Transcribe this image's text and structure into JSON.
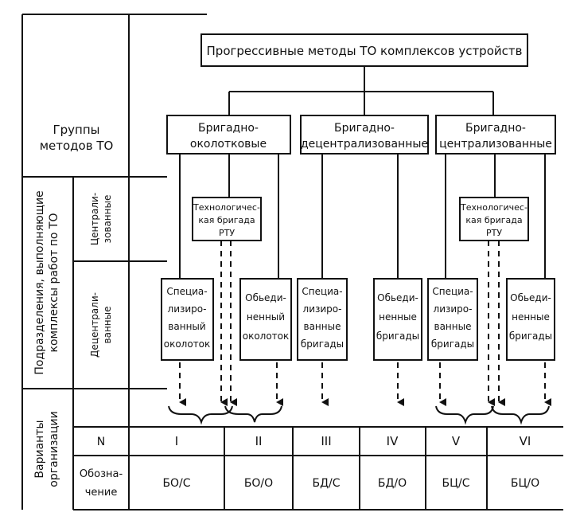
{
  "colors": {
    "ink": "#111111",
    "paper": "#ffffff"
  },
  "diagram": {
    "title": "Прогрессивные методы ТО комплексов устройств",
    "groups": [
      {
        "line1": "Бригадно-",
        "line2": "околотковые"
      },
      {
        "line1": "Бригадно-",
        "line2": "децентрализованные"
      },
      {
        "line1": "Бригадно-",
        "line2": "централизованные"
      }
    ],
    "tech_brigade": {
      "line1": "Технологичес-",
      "line2": "кая бригада",
      "line3": "РТУ"
    },
    "units": [
      {
        "lines": [
          "Специа-",
          "лизиро-",
          "ванный",
          "околоток"
        ]
      },
      {
        "lines": [
          "Обьеди-",
          "ненный",
          "околоток"
        ]
      },
      {
        "lines": [
          "Специа-",
          "лизиро-",
          "ванные",
          "бригады"
        ]
      },
      {
        "lines": [
          "Обьеди-",
          "ненные",
          "бригады"
        ]
      },
      {
        "lines": [
          "Специа-",
          "лизиро-",
          "ванные",
          "бригады"
        ]
      },
      {
        "lines": [
          "Обьеди-",
          "ненные",
          "бригады"
        ]
      }
    ]
  },
  "left_table": {
    "groups_header": {
      "line1": "Группы",
      "line2": "методов ТО"
    },
    "units_header": {
      "line1": "Подразделения, выполняющие",
      "line2": "комплексы работ по ТО"
    },
    "centralized": {
      "line1": "Централи-",
      "line2": "зованные"
    },
    "decentralized": {
      "line1": "Децентрали-",
      "line2": "ванные"
    },
    "variants_header": {
      "line1": "Варианты",
      "line2": "организации"
    },
    "n_label": "N",
    "designation": {
      "line1": "Обозна-",
      "line2": "чение"
    }
  },
  "variants": [
    {
      "n": "I",
      "code": "БО/С"
    },
    {
      "n": "II",
      "code": "БО/О"
    },
    {
      "n": "III",
      "code": "БД/С"
    },
    {
      "n": "IV",
      "code": "БД/О"
    },
    {
      "n": "V",
      "code": "БЦ/С"
    },
    {
      "n": "VI",
      "code": "БЦ/О"
    }
  ]
}
